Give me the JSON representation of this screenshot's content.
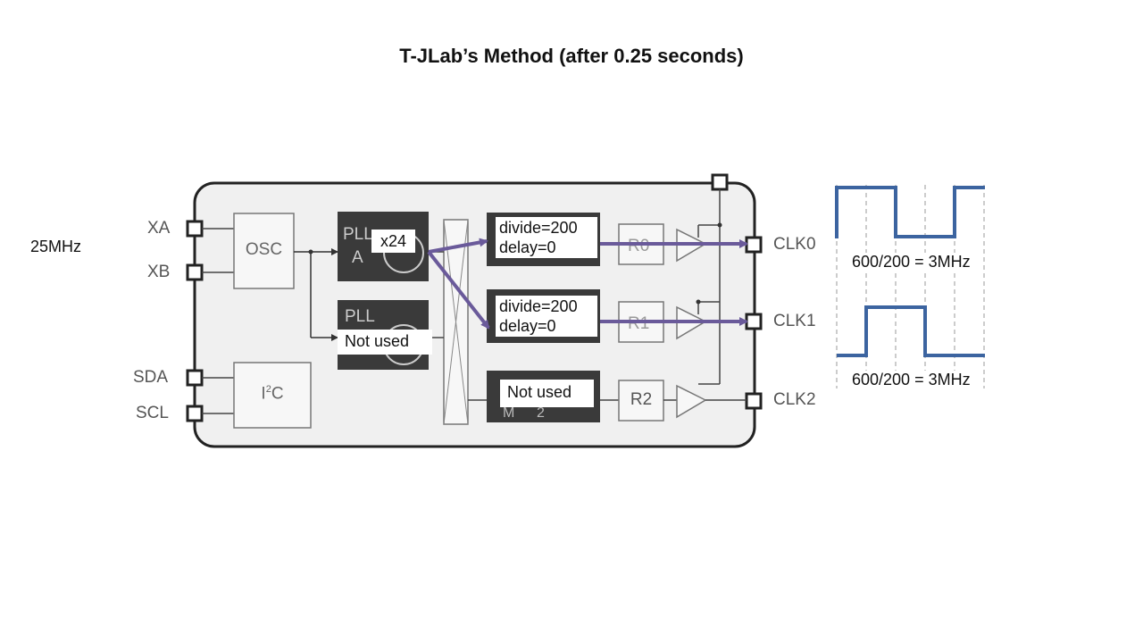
{
  "title": "T-JLab’s Method (after 0.25 seconds)",
  "input_frequency": "25MHz",
  "chip": {
    "left_pins": [
      "XA",
      "XB",
      "SDA",
      "SCL"
    ],
    "right_pins": [
      "CLK0",
      "CLK1",
      "CLK2"
    ],
    "blocks": {
      "osc": "OSC",
      "i2c": "I",
      "i2c_sup": "2",
      "i2c_tail": "C",
      "r2": "R2"
    }
  },
  "overlays": {
    "pll_a_multiplier": "x24",
    "pll_b": "Not used",
    "ms0_line1": "divide=200",
    "ms0_line2": "delay=0",
    "ms1_line1": "divide=200",
    "ms1_line2": "delay=0",
    "ms2": "Not used"
  },
  "waveforms": [
    {
      "label": "600/200 = 3MHz"
    },
    {
      "label": "600/200 = 3MHz"
    }
  ],
  "colors": {
    "arrow": "#6a5a9a",
    "waveform": "#3c64a0",
    "chip_fill": "#f0f0f0",
    "dark_block": "#3a3a3a"
  }
}
